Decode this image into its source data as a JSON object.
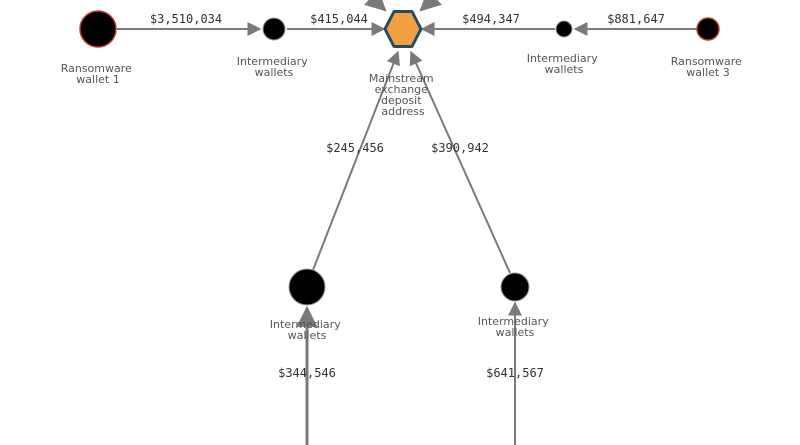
{
  "colors": {
    "edge": "#7a7a7a",
    "wallet_fill": "#000000",
    "ransomware_stroke": "#c0392b",
    "exchange_fill": "#f0a040",
    "exchange_stroke": "#1f4e66",
    "amount_text": "#333333",
    "label_text": "#555555"
  },
  "nodes": {
    "ransomware_1": {
      "label": [
        "Ransomware",
        "wallet 1"
      ]
    },
    "intermediary_top_left": {
      "label": [
        "Intermediary",
        "wallets"
      ]
    },
    "exchange": {
      "label": [
        "Mainstream",
        "exchange",
        "deposit",
        "address"
      ],
      "icon": "hexagon-icon"
    },
    "intermediary_top_right": {
      "label": [
        "Intermediary",
        "wallets"
      ]
    },
    "ransomware_3": {
      "label": [
        "Ransomware",
        "wallet 3"
      ]
    },
    "intermediary_bottom_left": {
      "label": [
        "Intermediary",
        "wallets"
      ]
    },
    "intermediary_bottom_right": {
      "label": [
        "Intermediary",
        "wallets"
      ]
    }
  },
  "edges": {
    "r1_to_int_tl": "$3,510,034",
    "int_tl_to_exchange": "$415,044",
    "int_tr_to_exchange": "$494,347",
    "r3_to_int_tr": "$881,647",
    "int_bl_to_exchange": "$245,456",
    "int_br_to_exchange": "$390,942",
    "in_to_int_bl": "$344,546",
    "in_to_int_br": "$641,567"
  }
}
